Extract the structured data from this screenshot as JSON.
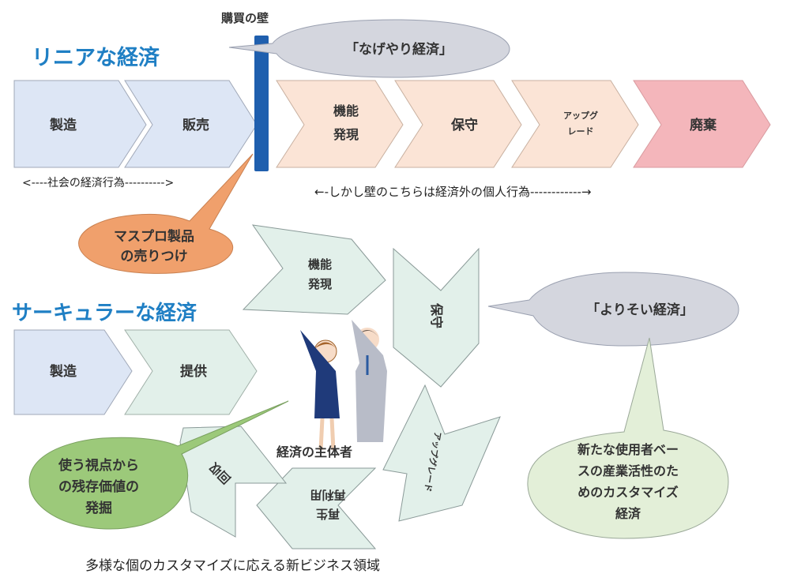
{
  "linear": {
    "title": "リニアな経済",
    "steps": [
      "製造",
      "販売",
      "機能\n発現",
      "保守",
      "アップグ\nレード",
      "廃棄"
    ],
    "wall_label": "購買の壁",
    "wall_bubble": "「なげやり経済」",
    "left_note": "<----社会の経済行為---------->",
    "right_note": "←-しかし壁のこちらは経済外の個人行為------------→",
    "orange_bubble": [
      "マスプロ製品",
      "の売りつけ"
    ]
  },
  "circular": {
    "title": "サーキュラーな経済",
    "steps": [
      "製造",
      "提供"
    ],
    "cycle": [
      "機能\n発現",
      "保守",
      "アップグレード",
      "再生\n再利用",
      "回収"
    ],
    "center_label": "経済の主体者",
    "right_bubble": "「よりそい経済」",
    "right_sub_bubble": [
      "新たな使用者ベー",
      "スの産業活性のた",
      "めのカスタマイズ",
      "経済"
    ],
    "green_bubble": [
      "使う視点から",
      "の残存価値の",
      "発掘"
    ],
    "footer": "多様な個のカスタマイズに応える新ビジネス領域"
  },
  "colors": {
    "title_blue": "#1f7fc4",
    "blue_step": "#dde6f5",
    "peach_step": "#fbe4d6",
    "red_step": "#f4b6bb",
    "mint_step": "#e2f0ea",
    "wall": "#1f5fae",
    "gray_bubble": "#d4d6de",
    "orange_bubble": "#f0a06c",
    "green_bubble": "#9cc97a",
    "lightgreen_bubble": "#e3efd8"
  }
}
